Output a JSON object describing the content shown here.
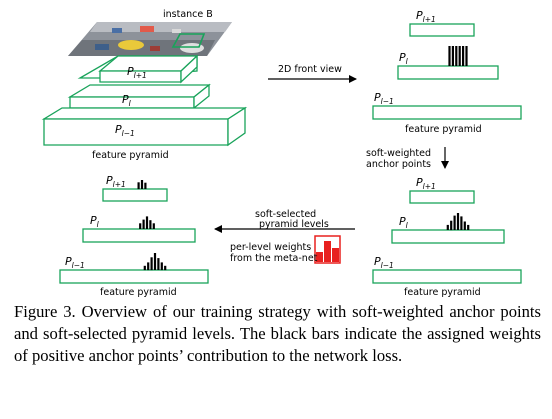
{
  "figure": {
    "instance_label": "instance B",
    "front_view_label": "2D front view",
    "soft_weighted_label": [
      "soft-weighted",
      "anchor points"
    ],
    "soft_selected_label": [
      "soft-selected",
      "pyramid levels"
    ],
    "meta_net_label": [
      "per-level weights",
      "from the meta-net"
    ],
    "feature_pyramid_label": "feature pyramid",
    "level_base": "P",
    "level_sub_upper": "l+1",
    "level_sub_mid": "l",
    "level_sub_lower": "l−1",
    "level_weight_bars": [
      0.3,
      0.7,
      1.0
    ],
    "colors": {
      "box_stroke": "#19a35a",
      "meta_net": "#e8201f",
      "arrow": "#000000"
    }
  },
  "caption": {
    "text": "Figure 3. Overview of our training strategy with soft-weighted anchor points and soft-selected pyramid levels. The black bars indicate the assigned weights of positive anchor points’ contribution to the network loss."
  }
}
